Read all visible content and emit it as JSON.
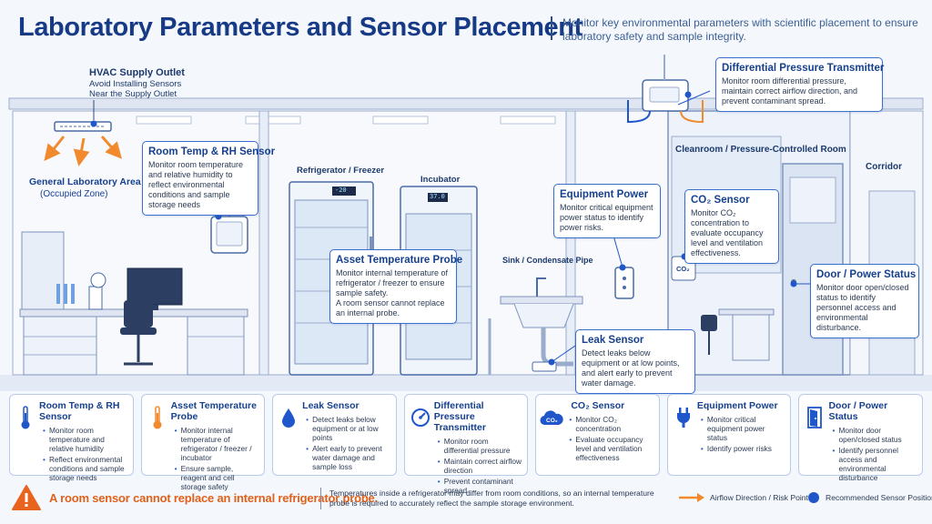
{
  "header": {
    "title": "Laboratory Parameters and Sensor Placement",
    "subtitle": "Monitor key environmental parameters with scientific placement to ensure laboratory safety and sample integrity."
  },
  "scene": {
    "hvac": {
      "title": "HVAC Supply Outlet",
      "line1": "Avoid Installing Sensors",
      "line2": "Near the Supply Outlet"
    },
    "general_area": {
      "title": "General Laboratory Area",
      "sub": "(Occupied Zone)"
    },
    "labels": {
      "fridge": "Refrigerator / Freezer",
      "incubator": "Incubator",
      "sink": "Sink / Condensate Pipe",
      "cleanroom": "Cleanroom / Pressure-Controlled Room",
      "corridor": "Corridor",
      "fridge_display": "-20",
      "incubator_display": "37.0",
      "co2_device": "CO₂"
    },
    "callouts": {
      "room_temp": {
        "title": "Room Temp & RH Sensor",
        "body": "Monitor room temperature and relative humidity to reflect environmental conditions and sample storage needs"
      },
      "asset_probe": {
        "title": "Asset Temperature Probe",
        "body1": "Monitor internal temperature of refrigerator / freezer to ensure sample safety.",
        "body2": "A room sensor cannot replace an internal probe."
      },
      "equipment_power": {
        "title": "Equipment Power",
        "body": "Monitor critical equipment power status to identify power risks."
      },
      "diff_pressure": {
        "title": "Differential Pressure Transmitter",
        "body": "Monitor room differential pressure, maintain correct airflow direction, and prevent contaminant spread."
      },
      "co2": {
        "title": "CO₂ Sensor",
        "body": "Monitor CO₂ concentration to evaluate occupancy level and ventilation effectiveness."
      },
      "door": {
        "title": "Door / Power Status",
        "body": "Monitor door open/closed status to identify personnel access and environmental disturbance."
      },
      "leak": {
        "title": "Leak Sensor",
        "body": "Detect leaks below equipment or at low points, and alert early to prevent water damage."
      }
    }
  },
  "cards": [
    {
      "title": "Room Temp & RH Sensor",
      "icon": "thermometer-icon",
      "items": [
        "Monitor room temperature and relative humidity",
        "Reflect environmental conditions and sample storage needs"
      ]
    },
    {
      "title": "Asset Temperature Probe",
      "icon": "thermometer-probe-icon",
      "items": [
        "Monitor internal temperature of refrigerator / freezer / incubator",
        "Ensure sample, reagent and cell storage safety"
      ]
    },
    {
      "title": "Leak Sensor",
      "icon": "water-drop-icon",
      "items": [
        "Detect leaks below equipment or at low points",
        "Alert early to prevent water damage and sample loss"
      ]
    },
    {
      "title": "Differential Pressure Transmitter",
      "icon": "pressure-gauge-icon",
      "items": [
        "Monitor room differential pressure",
        "Maintain correct airflow direction",
        "Prevent contaminant spread"
      ]
    },
    {
      "title": "CO₂ Sensor",
      "icon": "co2-cloud-icon",
      "items": [
        "Monitor CO₂ concentration",
        "Evaluate occupancy level and ventilation effectiveness"
      ]
    },
    {
      "title": "Equipment Power",
      "icon": "power-plug-icon",
      "items": [
        "Monitor critical equipment power status",
        "Identify power risks"
      ]
    },
    {
      "title": "Door / Power Status",
      "icon": "door-icon",
      "items": [
        "Monitor door open/closed status",
        "Identify personnel access and environmental disturbance"
      ]
    }
  ],
  "footer": {
    "warning": "A room sensor cannot replace an internal refrigerator probe.",
    "note": "Temperatures inside a refrigerator may differ from room conditions, so an internal temperature probe is required to accurately reflect the sample storage environment.",
    "legend_airflow": "Airflow Direction / Risk Point",
    "legend_sensor": "Recommended Sensor Position"
  },
  "colors": {
    "title": "#173a86",
    "accent_blue": "#1f56c9",
    "callout_border": "#3a6fd0",
    "airflow_orange": "#f08a2c",
    "warning_orange": "#e0611b"
  }
}
